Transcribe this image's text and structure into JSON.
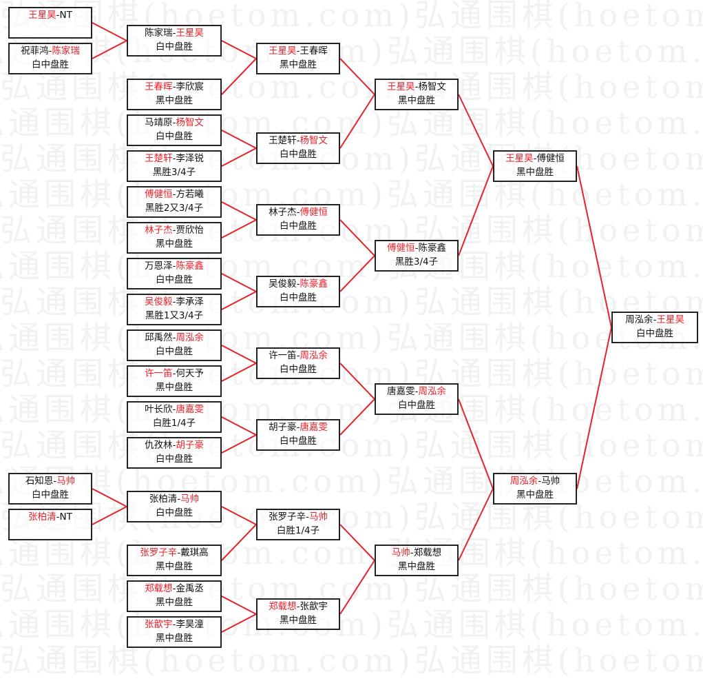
{
  "watermark": "弘通围棋(hoetom.com)弘通围棋(hoetom.com)",
  "colors": {
    "winner": "#e8202a",
    "line": "#e8202a",
    "text": "#111111"
  },
  "separator": "-",
  "matches": [
    {
      "id": "c0_0",
      "a": "王星昊",
      "b": "NT",
      "winner": "a",
      "result": ""
    },
    {
      "id": "c0_1",
      "a": "祝菲鸿",
      "b": "陈家瑞",
      "winner": "b",
      "result": "白中盘胜"
    },
    {
      "id": "c0_2",
      "a": "石知恩",
      "b": "马帅",
      "winner": "b",
      "result": "白中盘胜"
    },
    {
      "id": "c0_3",
      "a": "张柏清",
      "b": "NT",
      "winner": "a",
      "result": ""
    },
    {
      "id": "c1_0",
      "a": "陈家瑞",
      "b": "王星昊",
      "winner": "b",
      "result": "白中盘胜"
    },
    {
      "id": "c1_1",
      "a": "王春晖",
      "b": "李欣宸",
      "winner": "a",
      "result": "黑中盘胜"
    },
    {
      "id": "c1_2",
      "a": "马靖原",
      "b": "杨智文",
      "winner": "b",
      "result": "白中盘胜"
    },
    {
      "id": "c1_3",
      "a": "王楚轩",
      "b": "李泽锐",
      "winner": "a",
      "result": "黑胜3/4子"
    },
    {
      "id": "c1_4",
      "a": "傅健恒",
      "b": "方若曦",
      "winner": "a",
      "result": "黑胜2又3/4子"
    },
    {
      "id": "c1_5",
      "a": "林子杰",
      "b": "贾欣怡",
      "winner": "a",
      "result": "黑中盘胜"
    },
    {
      "id": "c1_6",
      "a": "万恩泽",
      "b": "陈豪鑫",
      "winner": "b",
      "result": "白中盘胜"
    },
    {
      "id": "c1_7",
      "a": "吴俊毅",
      "b": "李承泽",
      "winner": "a",
      "result": "黑胜1又3/4子"
    },
    {
      "id": "c1_8",
      "a": "邱禹然",
      "b": "周泓余",
      "winner": "b",
      "result": "白中盘胜"
    },
    {
      "id": "c1_9",
      "a": "许一笛",
      "b": "何天予",
      "winner": "a",
      "result": "黑中盘胜"
    },
    {
      "id": "c1_10",
      "a": "叶长欣",
      "b": "唐嘉雯",
      "winner": "b",
      "result": "白胜1/4子"
    },
    {
      "id": "c1_11",
      "a": "仇孜林",
      "b": "胡子豪",
      "winner": "b",
      "result": "白中盘胜"
    },
    {
      "id": "c1_12",
      "a": "张柏清",
      "b": "马帅",
      "winner": "b",
      "result": "白中盘胜"
    },
    {
      "id": "c1_13",
      "a": "张罗子辛",
      "b": "戴琪高",
      "winner": "a",
      "result": "黑中盘胜"
    },
    {
      "id": "c1_14",
      "a": "郑载想",
      "b": "金禹丞",
      "winner": "a",
      "result": "黑中盘胜"
    },
    {
      "id": "c1_15",
      "a": "张歆宇",
      "b": "李昊潼",
      "winner": "a",
      "result": "黑中盘胜"
    },
    {
      "id": "c2_0",
      "a": "王星昊",
      "b": "王春晖",
      "winner": "a",
      "result": "黑中盘胜"
    },
    {
      "id": "c2_1",
      "a": "王楚轩",
      "b": "杨智文",
      "winner": "b",
      "result": "白中盘胜"
    },
    {
      "id": "c2_2",
      "a": "林子杰",
      "b": "傅健恒",
      "winner": "b",
      "result": "白中盘胜"
    },
    {
      "id": "c2_3",
      "a": "吴俊毅",
      "b": "陈豪鑫",
      "winner": "b",
      "result": "白中盘胜"
    },
    {
      "id": "c2_4",
      "a": "许一笛",
      "b": "周泓余",
      "winner": "b",
      "result": "白中盘胜"
    },
    {
      "id": "c2_5",
      "a": "胡子豪",
      "b": "唐嘉雯",
      "winner": "b",
      "result": "白中盘胜"
    },
    {
      "id": "c2_6",
      "a": "张罗子辛",
      "b": "马帅",
      "winner": "b",
      "result": "白胜1/4子"
    },
    {
      "id": "c2_7",
      "a": "郑载想",
      "b": "张歆宇",
      "winner": "a",
      "result": "黑中盘胜"
    },
    {
      "id": "c3_0",
      "a": "王星昊",
      "b": "杨智文",
      "winner": "a",
      "result": "黑中盘胜"
    },
    {
      "id": "c3_1",
      "a": "傅健恒",
      "b": "陈豪鑫",
      "winner": "a",
      "result": "黑胜3/4子"
    },
    {
      "id": "c3_2",
      "a": "唐嘉雯",
      "b": "周泓余",
      "winner": "b",
      "result": "白中盘胜"
    },
    {
      "id": "c3_3",
      "a": "马帅",
      "b": "郑载想",
      "winner": "a",
      "result": "黑中盘胜"
    },
    {
      "id": "c4_0",
      "a": "王星昊",
      "b": "傅健恒",
      "winner": "a",
      "result": "黑中盘胜"
    },
    {
      "id": "c4_1",
      "a": "周泓余",
      "b": "马帅",
      "winner": "a",
      "result": "黑中盘胜"
    },
    {
      "id": "c5_0",
      "a": "周泓余",
      "b": "王星昊",
      "winner": "b",
      "result": "白中盘胜"
    }
  ]
}
